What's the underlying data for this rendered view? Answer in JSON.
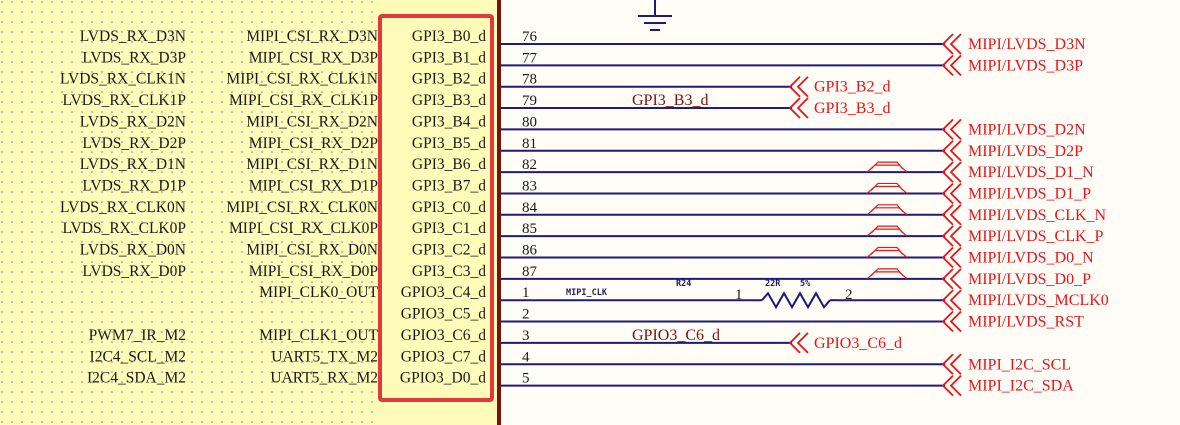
{
  "rows": [
    {
      "f1": "LVDS_RX_D3N",
      "f2": "MIPI_CSI_RX_D3N",
      "gpio": "GPI3_B0_d",
      "pin": "76",
      "net": "MIPI/LVDS_D3N",
      "type": "port"
    },
    {
      "f1": "LVDS_RX_D3P",
      "f2": "MIPI_CSI_RX_D3P",
      "gpio": "GPI3_B1_d",
      "pin": "77",
      "net": "MIPI/LVDS_D3P",
      "type": "port"
    },
    {
      "f1": "LVDS_RX_CLK1N",
      "f2": "MIPI_CSI_RX_CLK1N",
      "gpio": "GPI3_B2_d",
      "pin": "78",
      "net": "GPI3_B2_d",
      "type": "short"
    },
    {
      "f1": "LVDS_RX_CLK1P",
      "f2": "MIPI_CSI_RX_CLK1P",
      "gpio": "GPI3_B3_d",
      "pin": "79",
      "net": "GPI3_B3_d",
      "type": "short",
      "wirelabel": "GPI3_B3_d"
    },
    {
      "f1": "LVDS_RX_D2N",
      "f2": "MIPI_CSI_RX_D2N",
      "gpio": "GPI3_B4_d",
      "pin": "80",
      "net": "MIPI/LVDS_D2N",
      "type": "port"
    },
    {
      "f1": "LVDS_RX_D2P",
      "f2": "MIPI_CSI_RX_D2P",
      "gpio": "GPI3_B5_d",
      "pin": "81",
      "net": "MIPI/LVDS_D2P",
      "type": "port"
    },
    {
      "f1": "LVDS_RX_D1N",
      "f2": "MIPI_CSI_RX_D1N",
      "gpio": "GPI3_B6_d",
      "pin": "82",
      "net": "MIPI/LVDS_D1_N",
      "type": "port",
      "diff": true
    },
    {
      "f1": "LVDS_RX_D1P",
      "f2": "MIPI_CSI_RX_D1P",
      "gpio": "GPI3_B7_d",
      "pin": "83",
      "net": "MIPI/LVDS_D1_P",
      "type": "port",
      "diff": true
    },
    {
      "f1": "LVDS_RX_CLK0N",
      "f2": "MIPI_CSI_RX_CLK0N",
      "gpio": "GPI3_C0_d",
      "pin": "84",
      "net": "MIPI/LVDS_CLK_N",
      "type": "port",
      "diff": true
    },
    {
      "f1": "LVDS_RX_CLK0P",
      "f2": "MIPI_CSI_RX_CLK0P",
      "gpio": "GPI3_C1_d",
      "pin": "85",
      "net": "MIPI/LVDS_CLK_P",
      "type": "port",
      "diff": true
    },
    {
      "f1": "LVDS_RX_D0N",
      "f2": "MIPI_CSI_RX_D0N",
      "gpio": "GPI3_C2_d",
      "pin": "86",
      "net": "MIPI/LVDS_D0_N",
      "type": "port",
      "diff": true
    },
    {
      "f1": "LVDS_RX_D0P",
      "f2": "MIPI_CSI_RX_D0P",
      "gpio": "GPI3_C3_d",
      "pin": "87",
      "net": "MIPI/LVDS_D0_P",
      "type": "port",
      "diff": true
    },
    {
      "f1": "",
      "f2": "MIPI_CLK0_OUT",
      "gpio": "GPIO3_C4_d",
      "pin": "1",
      "net": "MIPI/LVDS_MCLK0",
      "type": "port",
      "resistor": true
    },
    {
      "f1": "",
      "f2": "",
      "gpio": "GPIO3_C5_d",
      "pin": "2",
      "net": "MIPI/LVDS_RST",
      "type": "port"
    },
    {
      "f1": "PWM7_IR_M2",
      "f2": "MIPI_CLK1_OUT",
      "gpio": "GPIO3_C6_d",
      "pin": "3",
      "net": "GPIO3_C6_d",
      "type": "short",
      "wirelabel": "GPIO3_C6_d"
    },
    {
      "f1": "I2C4_SCL_M2",
      "f2": "UART5_TX_M2",
      "gpio": "GPIO3_C7_d",
      "pin": "4",
      "net": "MIPI_I2C_SCL",
      "type": "port"
    },
    {
      "f1": "I2C4_SDA_M2",
      "f2": "UART5_RX_M2",
      "gpio": "GPIO3_D0_d",
      "pin": "5",
      "net": "MIPI_I2C_SDA",
      "type": "port"
    }
  ],
  "resistor": {
    "ref": "R24",
    "value": "22R",
    "tolerance": "5%",
    "pin_left": "1",
    "pin_right": "2",
    "net_left": "MIPI_CLK"
  },
  "colors": {
    "chip_fill": "#fffbb8",
    "chip_edge": "#7a1010",
    "wire": "#1b1b80",
    "port": "#e8141b",
    "highlight": "#e23a3a"
  }
}
